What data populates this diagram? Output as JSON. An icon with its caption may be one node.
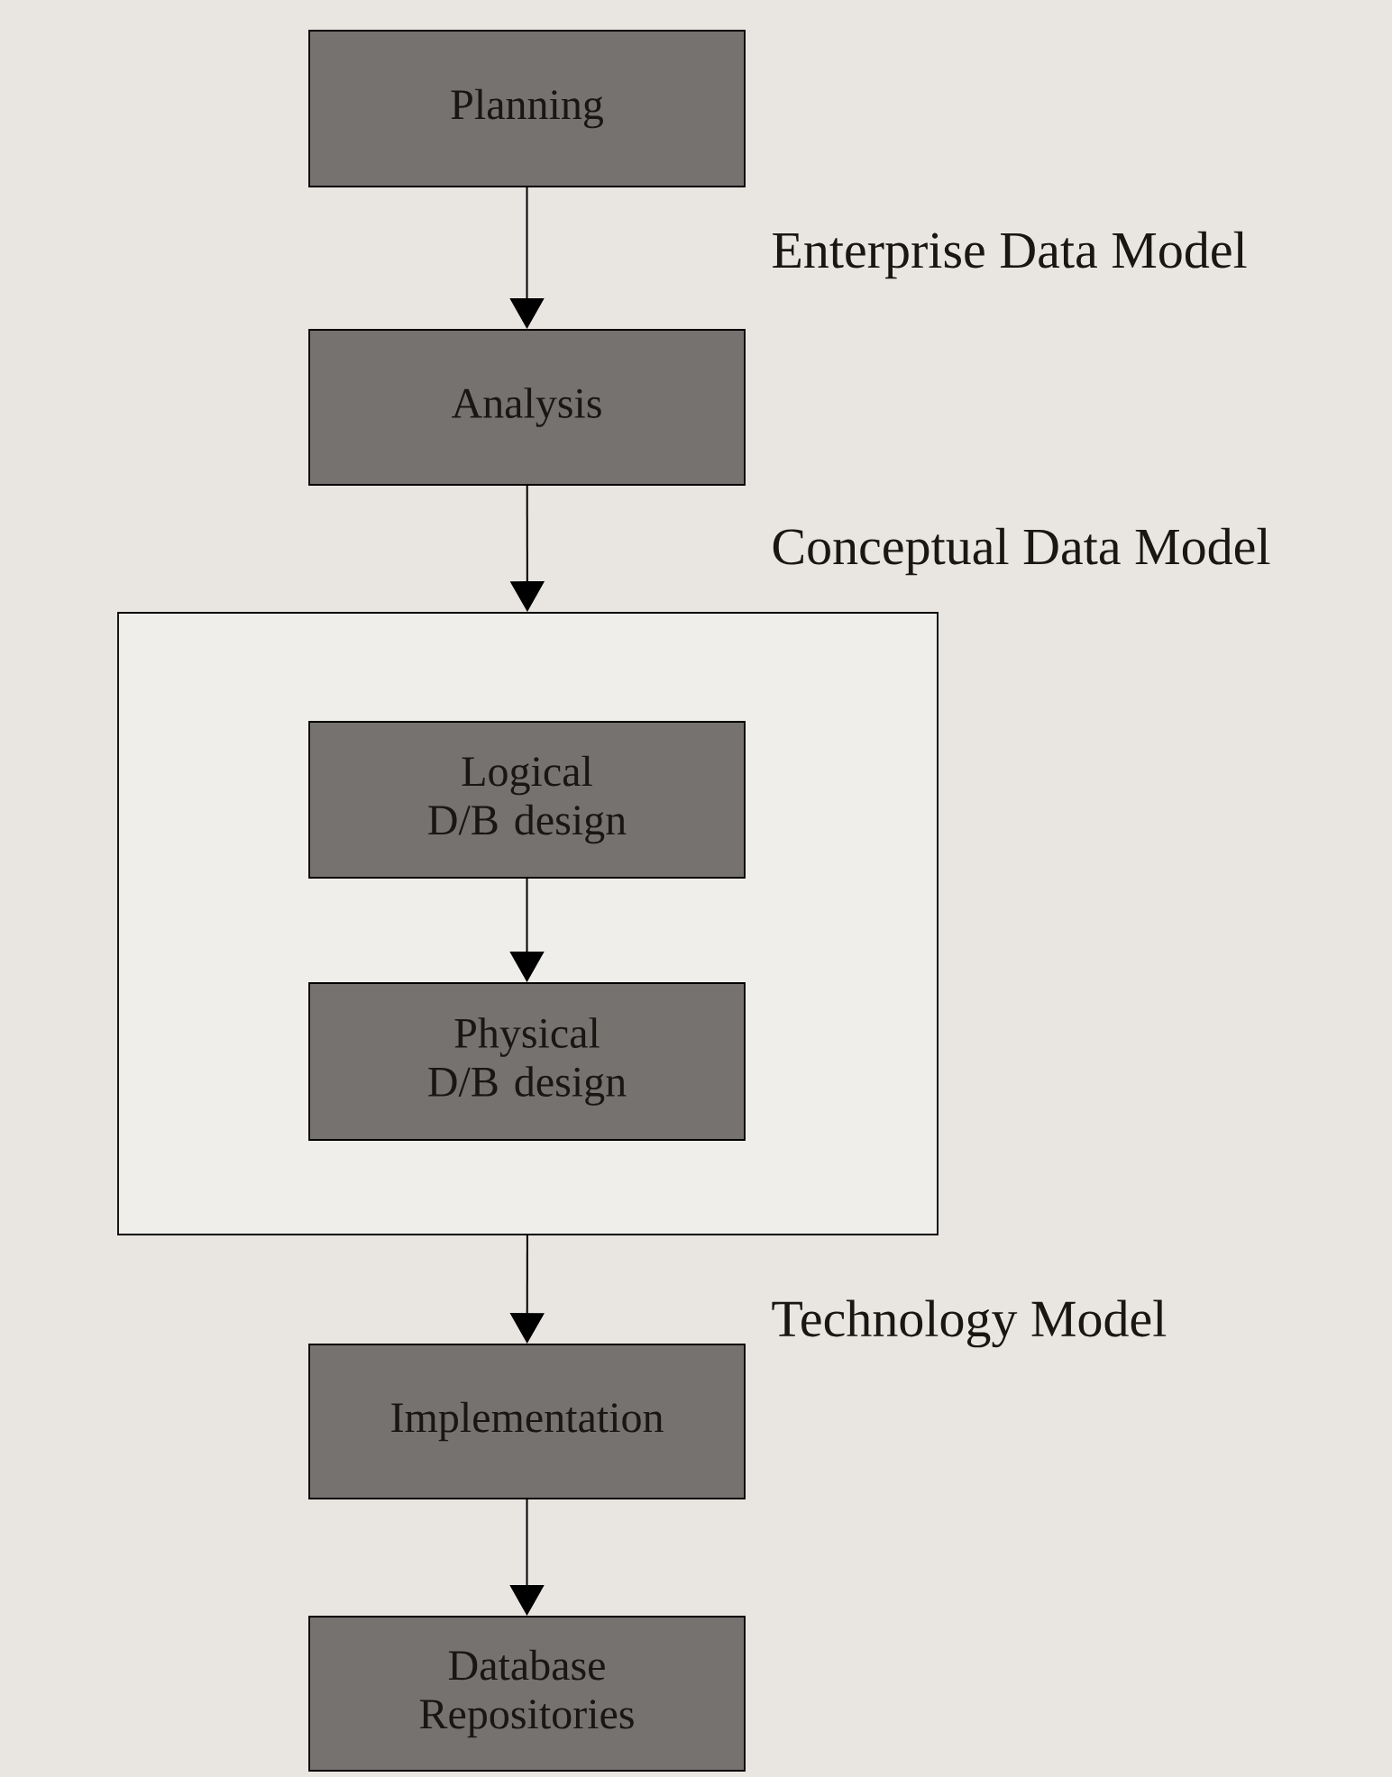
{
  "diagram": {
    "nodes": [
      {
        "text": [
          "Planning"
        ]
      },
      {
        "text": [
          "Analysis"
        ]
      },
      {
        "text": [],
        "shape": "box"
      },
      {
        "text": [
          "Logical D/B design"
        ],
        "in": 2
      },
      {
        "text": [
          "Physical D/B design"
        ],
        "in": 2
      },
      {
        "text": [
          "Implementation"
        ]
      },
      {
        "text": [
          "Database Repositories"
        ]
      }
    ],
    "edges": [
      {
        "from": 0,
        "to": 1,
        "arrow": "to"
      },
      {
        "from": 1,
        "to": 2,
        "arrow": "to"
      },
      {
        "from": 3,
        "to": 4,
        "arrow": "to"
      },
      {
        "from": 2,
        "to": 5,
        "arrow": "to"
      },
      {
        "from": 5,
        "to": 6,
        "arrow": "to"
      }
    ],
    "labels": [
      "Enterprise Data Model",
      "Conceptual Data Model",
      "Technology Model"
    ]
  }
}
